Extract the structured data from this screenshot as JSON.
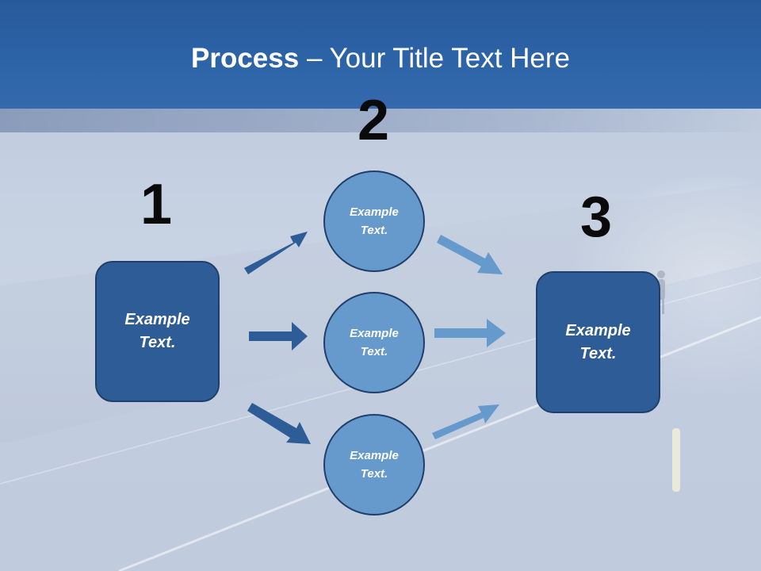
{
  "slide": {
    "title_bold": "Process",
    "title_dash": " – ",
    "title_rest": "Your Title Text Here"
  },
  "steps": [
    {
      "number": "1",
      "text": "Example\nText."
    },
    {
      "number": "2",
      "items": [
        "Example\nText.",
        "Example\nText.",
        "Example\nText."
      ]
    },
    {
      "number": "3",
      "text": "Example\nText."
    }
  ],
  "colors": {
    "header": "#2d64a8",
    "box_fill": "#2e5c96",
    "circle_fill": "#6699cc",
    "arrow_dark": "#2e5c96",
    "arrow_light": "#6699cc"
  }
}
